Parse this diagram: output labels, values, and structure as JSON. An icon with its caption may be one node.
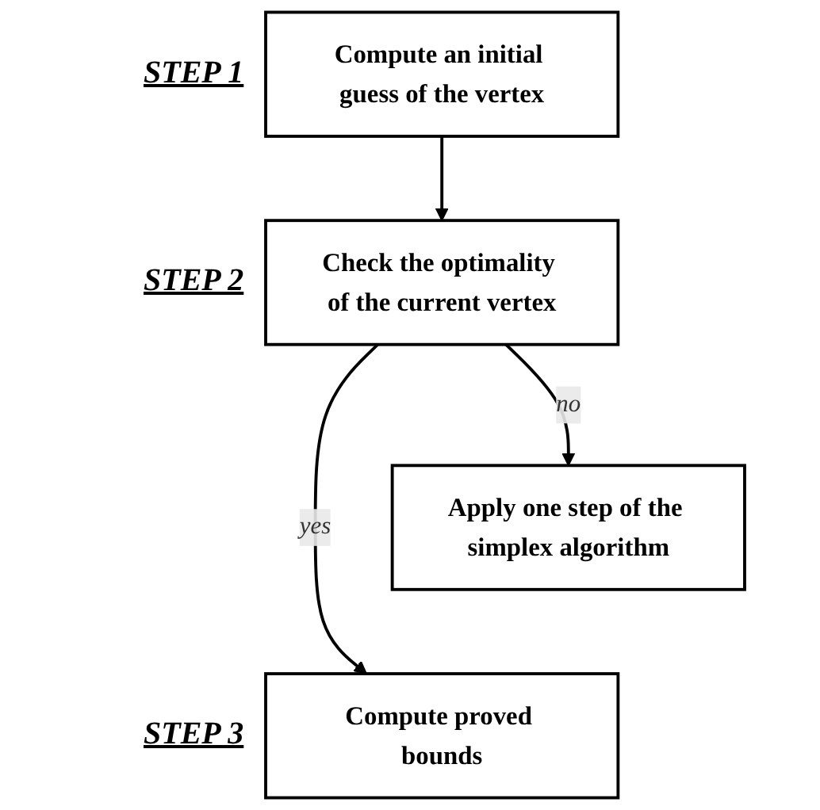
{
  "diagram": {
    "nodes": [
      {
        "text": [
          "Compute an initial guess of the vertex"
        ],
        "beside": [
          "STEP 1"
        ]
      },
      {
        "text": [
          "Check the optimality of the current vertex"
        ],
        "beside": [
          "STEP 2"
        ]
      },
      {
        "text": [
          "Apply one step of the simplex algorithm"
        ]
      },
      {
        "text": [
          "Compute proved bounds"
        ],
        "beside": [
          "STEP 3"
        ]
      }
    ],
    "edges": [
      {
        "from": 0,
        "to": 1,
        "arrow": "to"
      },
      {
        "from": 1,
        "to": 2,
        "arrow": "to",
        "label": "no"
      },
      {
        "from": 1,
        "to": 3,
        "arrow": "to",
        "label": "yes"
      }
    ]
  }
}
